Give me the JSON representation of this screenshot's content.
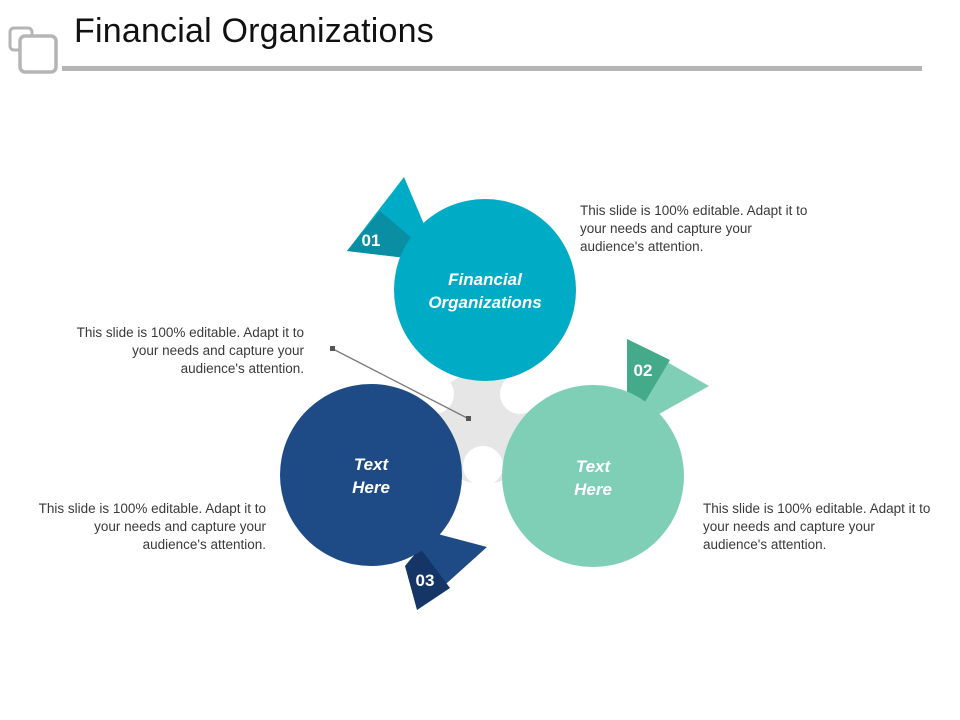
{
  "slide": {
    "title": "Financial Organizations"
  },
  "colors": {
    "teal": "#00abc6",
    "teal_dark": "#0a8ea4",
    "mint": "#7ecfb5",
    "mint_dark": "#45aa8a",
    "navy": "#1e4a86",
    "navy_dark": "#143566",
    "hub_gray": "#e6e6e6",
    "rule_gray": "#b5b5b5"
  },
  "icons": {
    "logo": "overlapping-squares-icon"
  },
  "nodes": [
    {
      "number": "01",
      "label_line1": "Financial",
      "label_line2": "Organizations",
      "description": "This slide is 100% editable. Adapt it to your needs and capture your audience's attention."
    },
    {
      "number": "02",
      "label_line1": "Text",
      "label_line2": "Here",
      "description": "This slide is 100% editable. Adapt it to your needs and capture your audience's attention."
    },
    {
      "number": "03",
      "label_line1": "Text",
      "label_line2": "Here",
      "description": "This slide is 100% editable. Adapt it to your needs and capture your audience's attention."
    }
  ],
  "callout": {
    "description": "This slide is 100% editable. Adapt it to your needs and capture your audience's attention."
  }
}
